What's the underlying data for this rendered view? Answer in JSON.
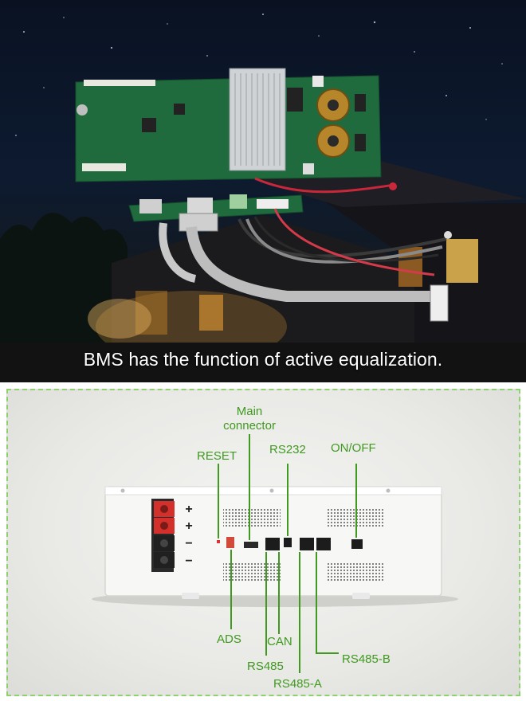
{
  "top_panel": {
    "headline": "BMS has the function of active equalization."
  },
  "bottom_panel": {
    "labels": {
      "main_connector_line1": "Main",
      "main_connector_line2": "connector",
      "reset": "RESET",
      "rs232": "RS232",
      "on_off": "ON/OFF",
      "ads": "ADS",
      "can": "CAN",
      "rs485": "RS485",
      "rs485_b": "RS485-B",
      "rs485_a": "RS485-A"
    },
    "terminal_signs": [
      "+",
      "+",
      "−",
      "−"
    ],
    "colors": {
      "label_green": "#3f9a1f",
      "frame_green": "#8fd06f",
      "terminal_red": "#d4302b"
    }
  }
}
